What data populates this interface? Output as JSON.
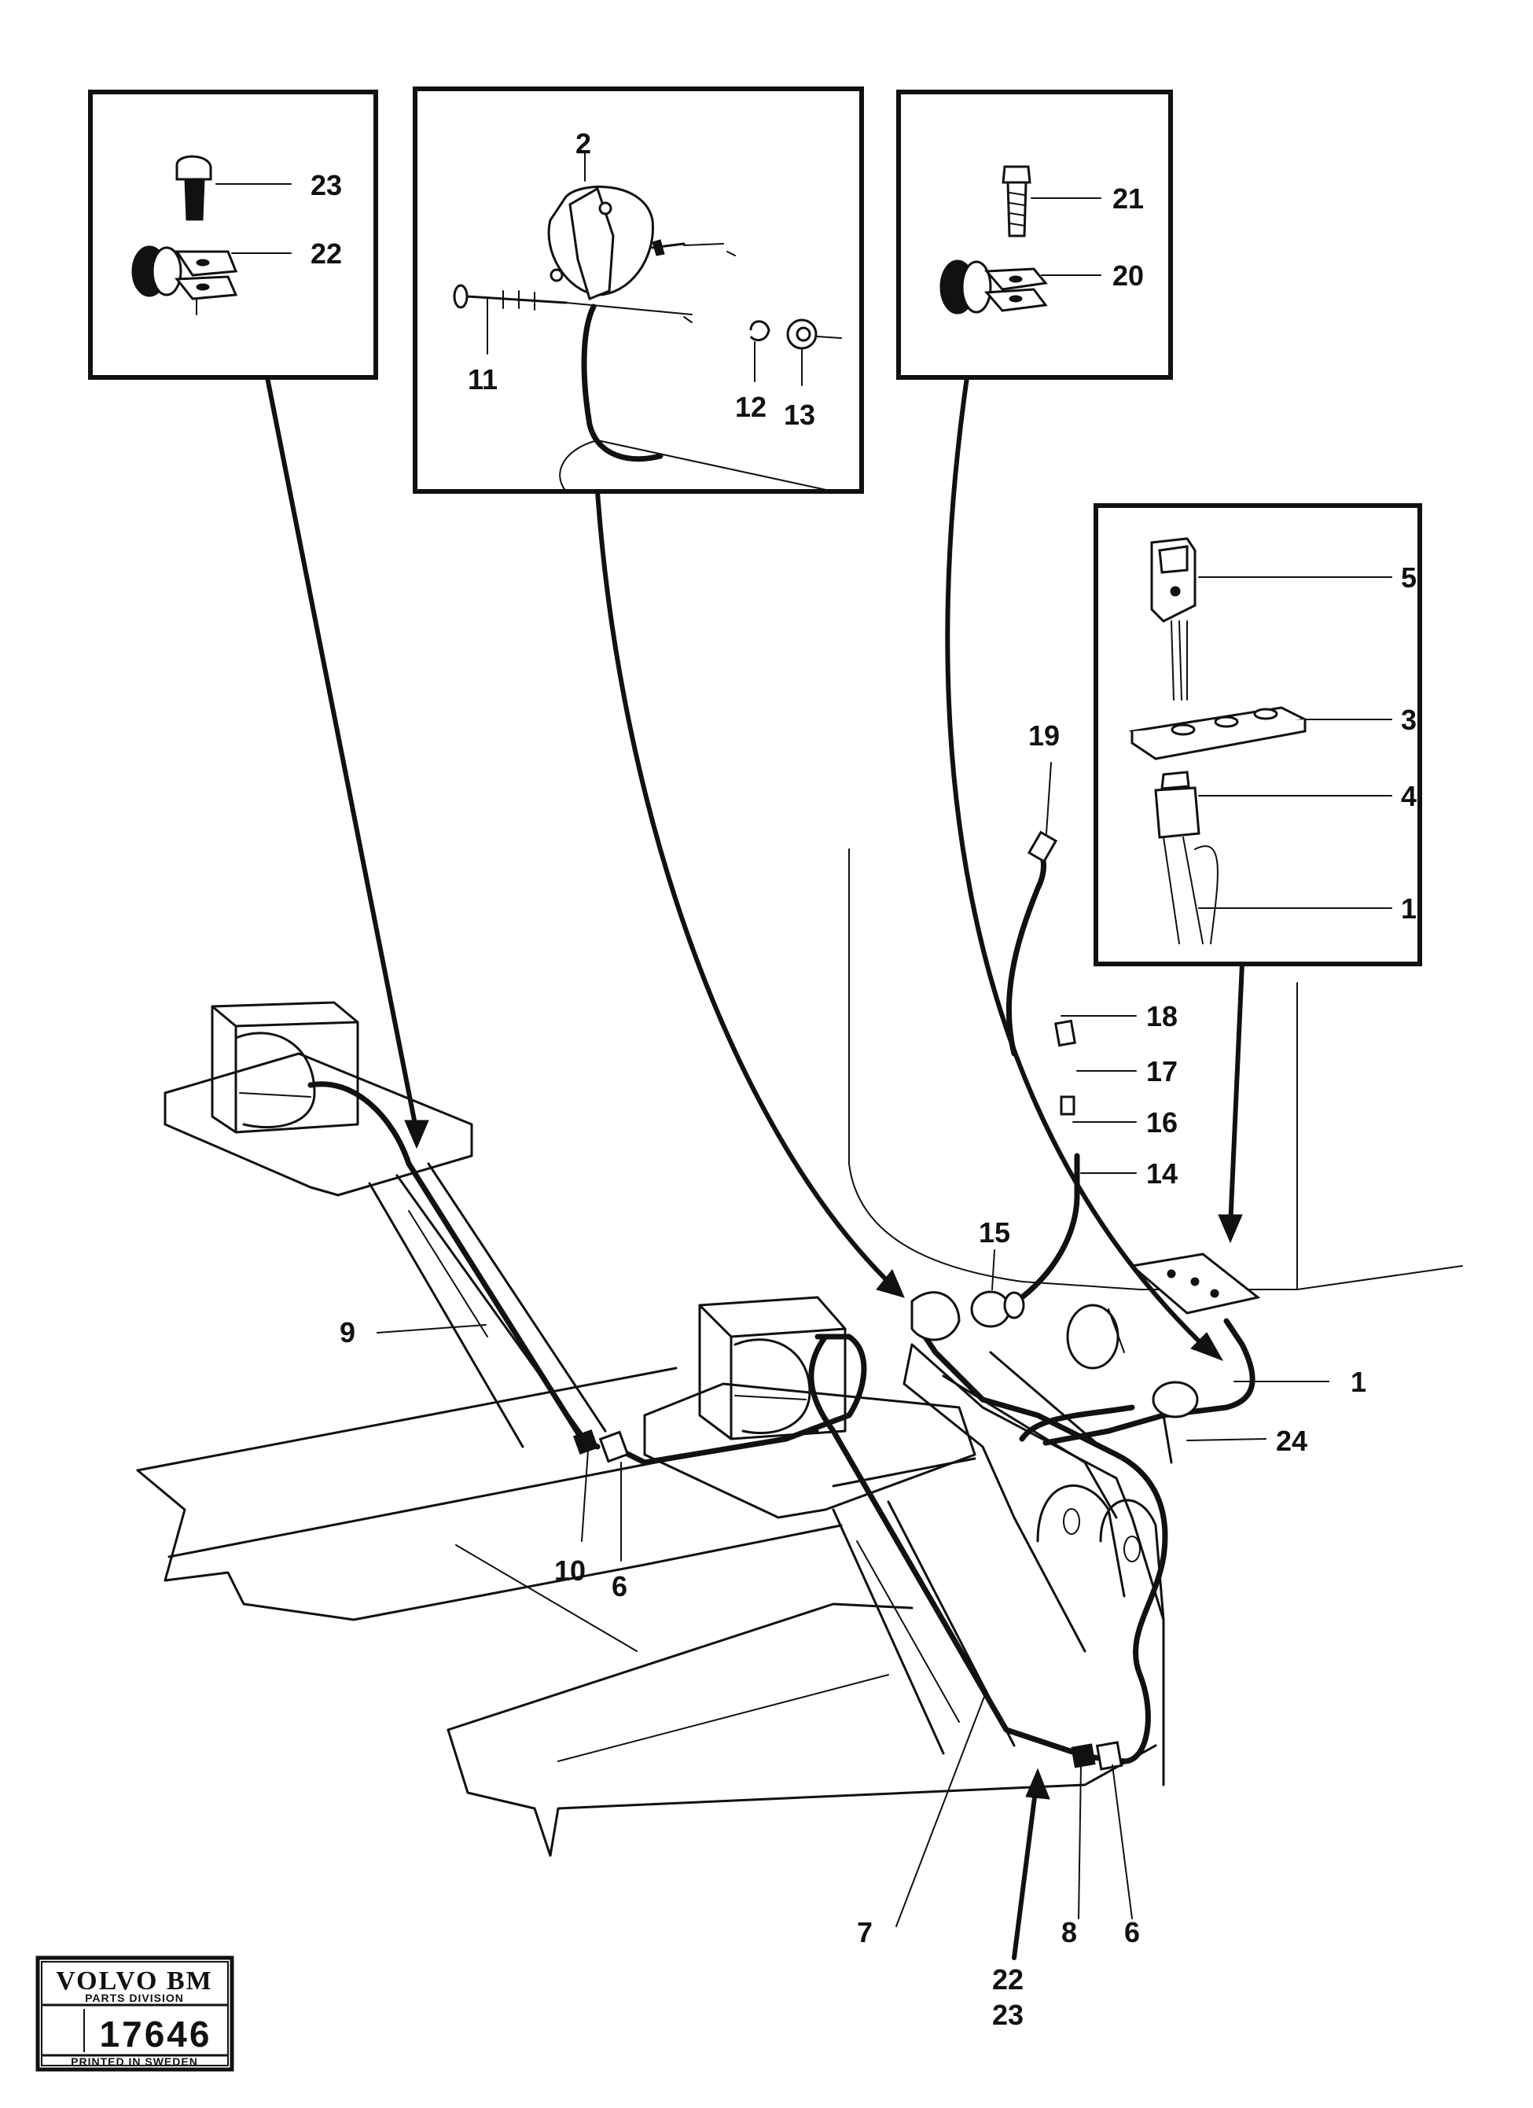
{
  "callouts": [
    {
      "id": "1",
      "text": "1"
    },
    {
      "id": "1b",
      "text": "1"
    },
    {
      "id": "2",
      "text": "2"
    },
    {
      "id": "3",
      "text": "3"
    },
    {
      "id": "4",
      "text": "4"
    },
    {
      "id": "5",
      "text": "5"
    },
    {
      "id": "6",
      "text": "6"
    },
    {
      "id": "6b",
      "text": "6"
    },
    {
      "id": "7",
      "text": "7"
    },
    {
      "id": "8",
      "text": "8"
    },
    {
      "id": "9",
      "text": "9"
    },
    {
      "id": "10",
      "text": "10"
    },
    {
      "id": "11",
      "text": "11"
    },
    {
      "id": "12",
      "text": "12"
    },
    {
      "id": "13",
      "text": "13"
    },
    {
      "id": "14",
      "text": "14"
    },
    {
      "id": "15",
      "text": "15"
    },
    {
      "id": "16",
      "text": "16"
    },
    {
      "id": "17",
      "text": "17"
    },
    {
      "id": "18",
      "text": "18"
    },
    {
      "id": "19",
      "text": "19"
    },
    {
      "id": "20",
      "text": "20"
    },
    {
      "id": "21",
      "text": "21"
    },
    {
      "id": "22",
      "text": "22"
    },
    {
      "id": "22b",
      "text": "22"
    },
    {
      "id": "23",
      "text": "23"
    },
    {
      "id": "23b",
      "text": "23"
    },
    {
      "id": "24",
      "text": "24"
    }
  ],
  "stamp": {
    "brand": "VOLVO BM",
    "division": "PARTS DIVISION",
    "number": "17646",
    "printed": "PRINTED IN SWEDEN"
  }
}
